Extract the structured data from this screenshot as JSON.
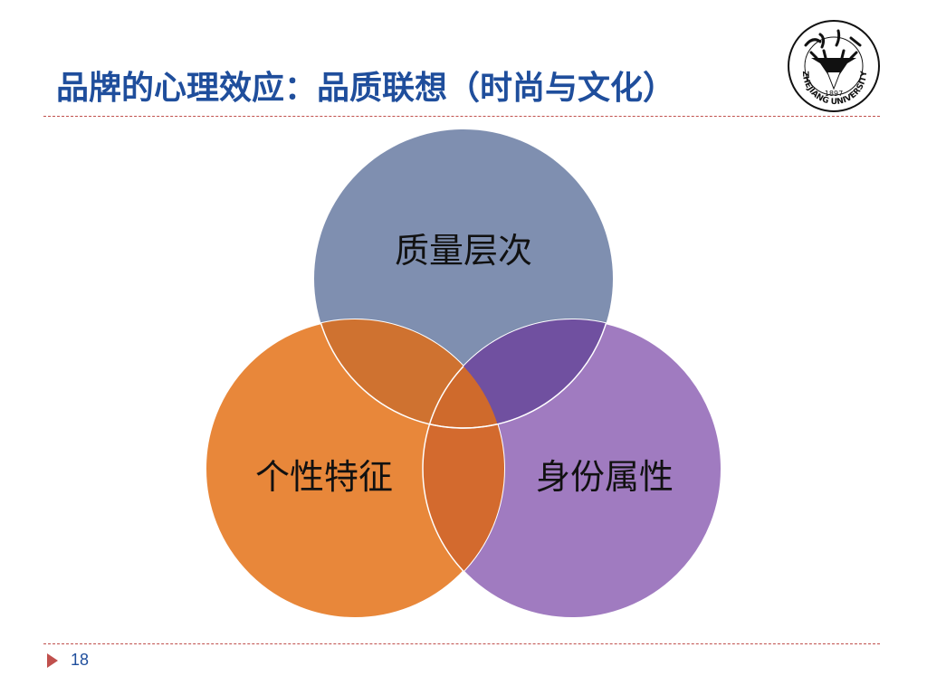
{
  "slide": {
    "title": "品牌的心理效应：品质联想（时尚与文化）",
    "page_number": "18"
  },
  "logo": {
    "name": "浙江大学",
    "year": "1897",
    "english": "ZHEJIANG UNIVERSITY"
  },
  "venn": {
    "top_label": "质量层次",
    "left_label": "个性特征",
    "right_label": "身份属性",
    "colors": {
      "top": "#7f8fb0",
      "left": "#e8873a",
      "right": "#a07bc0",
      "top_left_overlap": "#cf7230",
      "top_right_overlap": "#7050a0",
      "left_right_overlap": "#d36a2e",
      "center_overlap": "#cf6a2c"
    }
  },
  "accent_color": "#c0504d",
  "title_color": "#1f4e9c"
}
